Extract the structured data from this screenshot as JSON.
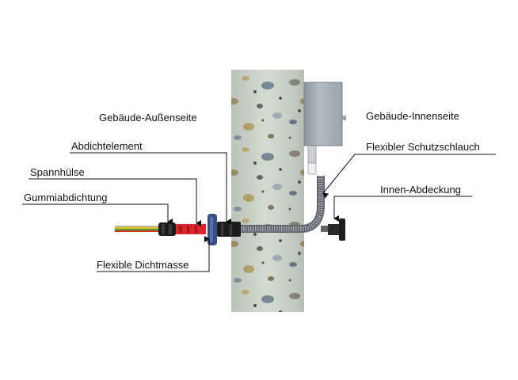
{
  "labels": {
    "outside": "Gebäude-Außenseite",
    "inside": "Gebäude-Innenseite",
    "sealing_element": "Abdichtelement",
    "clamping_sleeve": "Spannhülse",
    "rubber_seal": "Gummiabdichtung",
    "flexible_sealant": "Flexible Dichtmasse",
    "protective_hose": "Flexibler  Schutzschlauch",
    "inner_cover": "Innen-Abdeckung"
  },
  "colors": {
    "wall": "#c9d3c8",
    "box": "#a9b2b9",
    "hose": "#8e959b",
    "sleeve_red": "#d9252c",
    "rubber_black": "#1c1c1c",
    "flange_blue": "#3a4e86",
    "cable_yellow": "#e0c02a",
    "cable_green": "#4d9a3c",
    "cable_red": "#c8381e"
  }
}
